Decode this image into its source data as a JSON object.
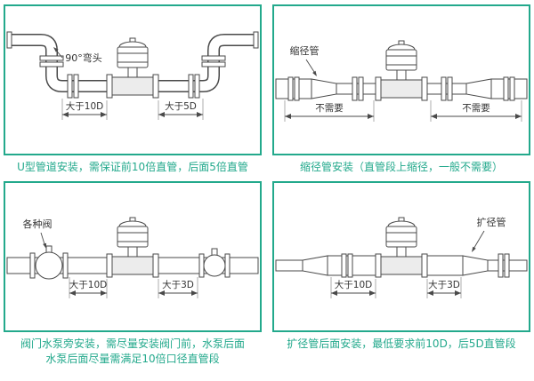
{
  "theme": {
    "accent": "#23a98c",
    "ink": "#4a4a4a",
    "text": "#333333"
  },
  "panels": [
    {
      "id": "u-type",
      "callout": "90°弯头",
      "dim_left": "大于10D",
      "dim_right": "大于5D",
      "caption_lines": [
        "U型管道安装，需保证前10倍直管，后面5倍直管"
      ]
    },
    {
      "id": "reducer",
      "callout": "缩径管",
      "dim_left": "不需要",
      "dim_right": "不需要",
      "caption_lines": [
        "缩径管安装（直管段上缩径，一般不需要）"
      ]
    },
    {
      "id": "valve-pump",
      "callout": "各种阀",
      "dim_left": "大于10D",
      "dim_right": "大于3D",
      "caption_lines": [
        "阀门水泵旁安装，需尽量安装阀门前，水泵后面",
        "水泵后面尽量需满足10倍口径直管段"
      ]
    },
    {
      "id": "expander",
      "callout": "扩径管",
      "dim_left": "大于10D",
      "dim_right": "大于3D",
      "caption_lines": [
        "扩径管后面安装，最低要求前10D，后5D直管段"
      ]
    }
  ]
}
